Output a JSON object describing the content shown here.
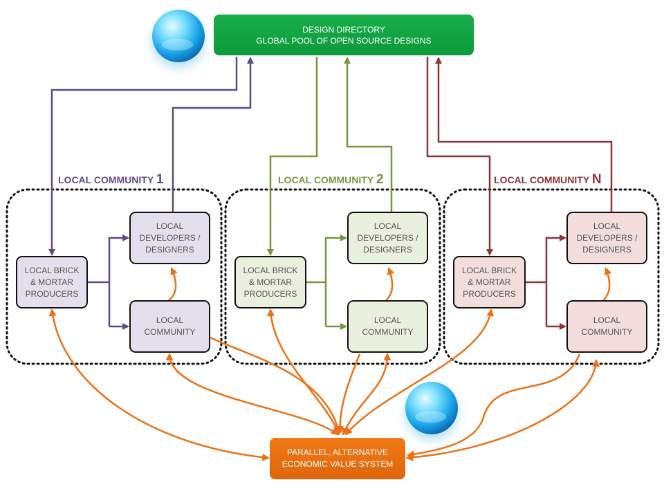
{
  "design_directory": {
    "line1": "DESIGN DIRECTORY",
    "line2": "GLOBAL POOL OF OPEN SOURCE DESIGNS",
    "color": "#12a745"
  },
  "value_system": {
    "line1": "PARALLEL, ALTERNATIVE",
    "line2": "ECONOMIC VALUE SYSTEM",
    "color": "#ec7014"
  },
  "communities": [
    {
      "title": "LOCAL COMMUNITY",
      "number": "1",
      "color": "#5e4a86",
      "fill": "#e3dfec",
      "producers": [
        "LOCAL BRICK",
        "& MORTAR",
        "PRODUCERS"
      ],
      "developers": [
        "LOCAL",
        "DEVELOPERS /",
        "DESIGNERS"
      ],
      "community": [
        "LOCAL",
        "COMMUNITY"
      ]
    },
    {
      "title": "LOCAL COMMUNITY",
      "number": "2",
      "color": "#76963a",
      "fill": "#eaf0de",
      "producers": [
        "LOCAL BRICK",
        "& MORTAR",
        "PRODUCERS"
      ],
      "developers": [
        "LOCAL",
        "DEVELOPERS /",
        "DESIGNERS"
      ],
      "community": [
        "LOCAL",
        "COMMUNITY"
      ]
    },
    {
      "title": "LOCAL COMMUNITY",
      "number": "N",
      "color": "#8e3535",
      "fill": "#f3dddd",
      "producers": [
        "LOCAL BRICK",
        "& MORTAR",
        "PRODUCERS"
      ],
      "developers": [
        "LOCAL",
        "DEVELOPERS /",
        "DESIGNERS"
      ],
      "community": [
        "LOCAL",
        "COMMUNITY"
      ]
    }
  ],
  "icons": [
    "globe-icon",
    "globe-icon"
  ]
}
